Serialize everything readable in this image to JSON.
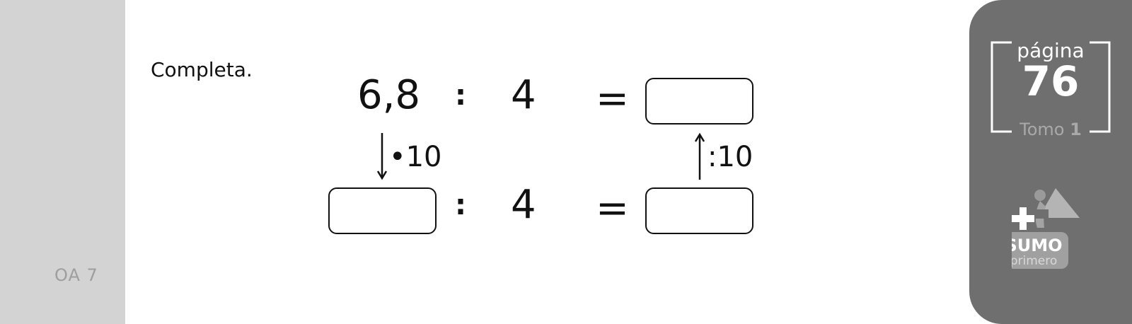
{
  "sidebar": {
    "oa_label": "OA 7"
  },
  "instruction": "Completa.",
  "top_row": {
    "dividend": "6,8",
    "operator": ":",
    "divisor": "4",
    "equals": "="
  },
  "bottom_row": {
    "operator": ":",
    "divisor": "4",
    "equals": "="
  },
  "arrows": {
    "left_label": "•10",
    "right_label": ":10"
  },
  "page_badge": {
    "word": "página",
    "number": "76",
    "tomo_word": "Tomo",
    "tomo_number": "1"
  },
  "logo": {
    "line1": "SUMO",
    "line2": "primero"
  },
  "colors": {
    "left_band": "#d3d3d3",
    "right_panel": "#6f6f6f"
  }
}
